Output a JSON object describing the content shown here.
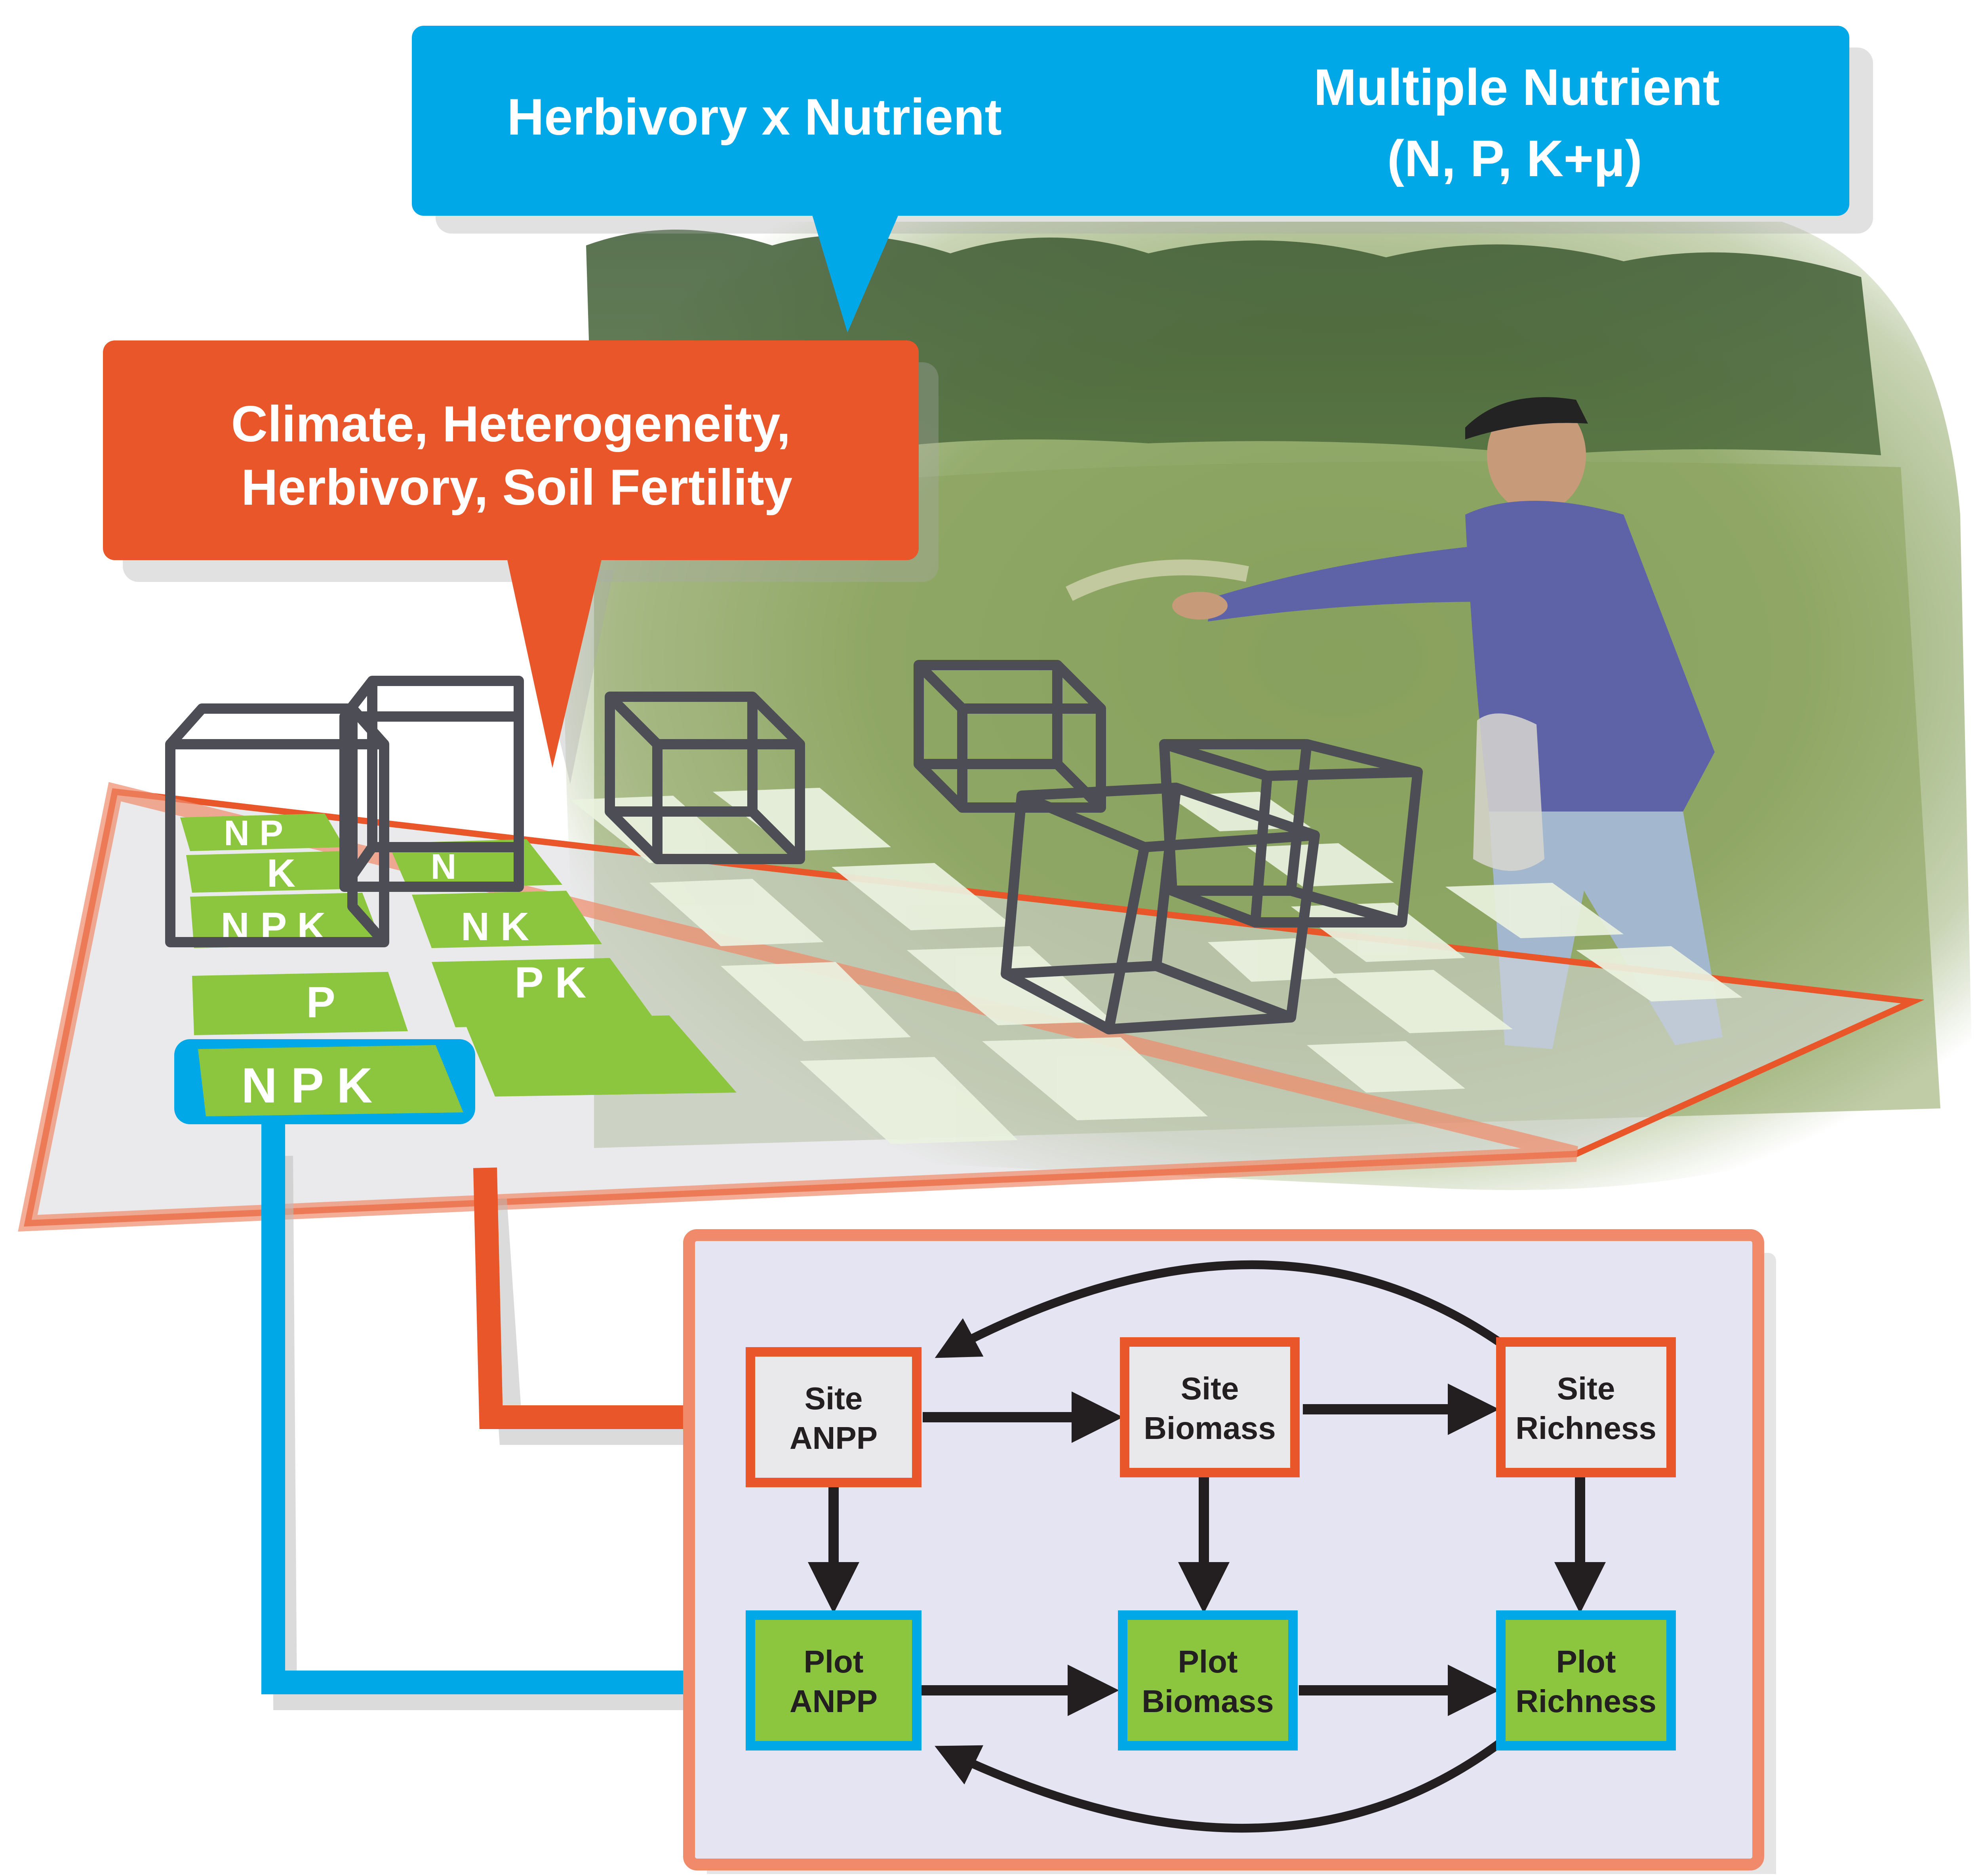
{
  "callouts": {
    "blue": {
      "left_text": "Herbivory x Nutrient",
      "right_line1": "Multiple Nutrient",
      "right_line2": "(N, P, K+μ)"
    },
    "orange": {
      "line1": "Climate, Heterogeneity,",
      "line2": "Herbivory, Soil Fertility"
    }
  },
  "plots": {
    "labels": [
      "N P",
      "K",
      "N P K",
      "N",
      "N K",
      "P",
      "P K",
      "N P K"
    ]
  },
  "model": {
    "nodes": [
      {
        "id": "site-anpp",
        "line1": "Site",
        "line2": "ANPP"
      },
      {
        "id": "site-biomass",
        "line1": "Site",
        "line2": "Biomass"
      },
      {
        "id": "site-richness",
        "line1": "Site",
        "line2": "Richness"
      },
      {
        "id": "plot-anpp",
        "line1": "Plot",
        "line2": "ANPP"
      },
      {
        "id": "plot-biomass",
        "line1": "Plot",
        "line2": "Biomass"
      },
      {
        "id": "plot-richness",
        "line1": "Plot",
        "line2": "Richness"
      }
    ]
  },
  "colors": {
    "orange": "#e8562a",
    "blue": "#00a8e8",
    "green": "#8cc63f",
    "site_fill": "#e9e9ec",
    "panel_fill": "#e4e4f2",
    "cage": "#4d4d55"
  }
}
